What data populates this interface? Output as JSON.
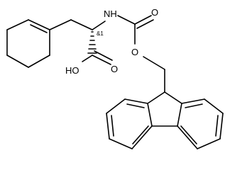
{
  "labels": {
    "nh": "NH",
    "oh": "HO",
    "carbonyl_o_acid": "O",
    "carbonyl_o_carbamate": "O",
    "ester_o": "O",
    "stereo": "&1"
  }
}
